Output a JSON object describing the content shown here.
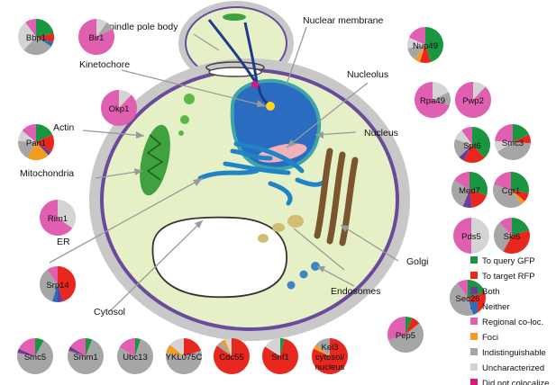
{
  "colors": {
    "to_query_gfp": "#1a9641",
    "to_target_rfp": "#e8281f",
    "both": "#6a3d9a",
    "neither": "#2c6db5",
    "regional": "#e05fb0",
    "foci": "#f39c1f",
    "indistinguishable": "#a6a6a6",
    "uncharacterized": "#d4d4d4",
    "did_not_colocalize": "#d6187f"
  },
  "structures": {
    "spindle_pole_body": "Spindle pole body",
    "nuclear_membrane": "Nuclear membrane",
    "kinetochore": "Kinetochore",
    "nucleolus": "Nucleolus",
    "actin": "Actin",
    "nucleus": "Nucleus",
    "mitochondria": "Mitochondria",
    "er": "ER",
    "golgi": "Golgi",
    "cytosol": "Cytosol",
    "endosomes": "Endosomes"
  },
  "legend": [
    {
      "label": "To query GFP",
      "color": "#1a9641"
    },
    {
      "label": "To target RFP",
      "color": "#e8281f"
    },
    {
      "label": "Both",
      "color": "#6a3d9a"
    },
    {
      "label": "Neither",
      "color": "#2c6db5"
    },
    {
      "label": "Regional co-loc.",
      "color": "#e05fb0"
    },
    {
      "label": "Foci",
      "color": "#f39c1f"
    },
    {
      "label": "Indistinguishable",
      "color": "#a6a6a6"
    },
    {
      "label": "Uncharacterized",
      "color": "#d4d4d4"
    },
    {
      "label": "Did not colocalize",
      "color": "#d6187f"
    }
  ],
  "pies": [
    {
      "label": "Bbp1",
      "slices": [
        {
          "cat": "to_query_gfp",
          "value": 22
        },
        {
          "cat": "to_target_rfp",
          "value": 8
        },
        {
          "cat": "neither",
          "value": 4
        },
        {
          "cat": "indistinguishable",
          "value": 28
        },
        {
          "cat": "uncharacterized",
          "value": 28
        },
        {
          "cat": "regional",
          "value": 10
        }
      ]
    },
    {
      "label": "Bir1",
      "slices": [
        {
          "cat": "uncharacterized",
          "value": 10
        },
        {
          "cat": "indistinguishable",
          "value": 8
        },
        {
          "cat": "regional",
          "value": 82
        }
      ]
    },
    {
      "label": "Okp1",
      "slices": [
        {
          "cat": "uncharacterized",
          "value": 12
        },
        {
          "cat": "regional",
          "value": 88
        }
      ]
    },
    {
      "label": "Nup49",
      "slices": [
        {
          "cat": "to_query_gfp",
          "value": 45
        },
        {
          "cat": "to_target_rfp",
          "value": 10
        },
        {
          "cat": "foci",
          "value": 5
        },
        {
          "cat": "indistinguishable",
          "value": 12
        },
        {
          "cat": "uncharacterized",
          "value": 10
        },
        {
          "cat": "regional",
          "value": 18
        }
      ]
    },
    {
      "label": "Rpa49",
      "slices": [
        {
          "cat": "uncharacterized",
          "value": 18
        },
        {
          "cat": "indistinguishable",
          "value": 12
        },
        {
          "cat": "regional",
          "value": 70
        }
      ]
    },
    {
      "label": "Pwp2",
      "slices": [
        {
          "cat": "uncharacterized",
          "value": 12
        },
        {
          "cat": "regional",
          "value": 88
        }
      ]
    },
    {
      "label": "Pan1",
      "slices": [
        {
          "cat": "to_query_gfp",
          "value": 18
        },
        {
          "cat": "to_target_rfp",
          "value": 16
        },
        {
          "cat": "both",
          "value": 4
        },
        {
          "cat": "foci",
          "value": 20
        },
        {
          "cat": "indistinguishable",
          "value": 18
        },
        {
          "cat": "uncharacterized",
          "value": 10
        },
        {
          "cat": "regional",
          "value": 14
        }
      ]
    },
    {
      "label": "Spt6",
      "slices": [
        {
          "cat": "to_query_gfp",
          "value": 38
        },
        {
          "cat": "to_target_rfp",
          "value": 20
        },
        {
          "cat": "both",
          "value": 5
        },
        {
          "cat": "indistinguishable",
          "value": 17
        },
        {
          "cat": "uncharacterized",
          "value": 10
        },
        {
          "cat": "regional",
          "value": 10
        }
      ]
    },
    {
      "label": "Smc3",
      "slices": [
        {
          "cat": "to_query_gfp",
          "value": 18
        },
        {
          "cat": "to_target_rfp",
          "value": 8
        },
        {
          "cat": "indistinguishable",
          "value": 40
        },
        {
          "cat": "uncharacterized",
          "value": 10
        },
        {
          "cat": "regional",
          "value": 24
        }
      ]
    },
    {
      "label": "Med7",
      "slices": [
        {
          "cat": "to_query_gfp",
          "value": 30
        },
        {
          "cat": "to_target_rfp",
          "value": 18
        },
        {
          "cat": "both",
          "value": 8
        },
        {
          "cat": "indistinguishable",
          "value": 28
        },
        {
          "cat": "regional",
          "value": 16
        }
      ]
    },
    {
      "label": "Cgr1",
      "slices": [
        {
          "cat": "to_query_gfp",
          "value": 28
        },
        {
          "cat": "to_target_rfp",
          "value": 8
        },
        {
          "cat": "foci",
          "value": 4
        },
        {
          "cat": "indistinguishable",
          "value": 40
        },
        {
          "cat": "regional",
          "value": 20
        }
      ]
    },
    {
      "label": "Rim1",
      "slices": [
        {
          "cat": "uncharacterized",
          "value": 35
        },
        {
          "cat": "regional",
          "value": 65
        }
      ]
    },
    {
      "label": "Pds5",
      "slices": [
        {
          "cat": "uncharacterized",
          "value": 50
        },
        {
          "cat": "regional",
          "value": 50
        }
      ]
    },
    {
      "label": "Ski6",
      "slices": [
        {
          "cat": "to_query_gfp",
          "value": 20
        },
        {
          "cat": "to_target_rfp",
          "value": 38
        },
        {
          "cat": "indistinguishable",
          "value": 30
        },
        {
          "cat": "regional",
          "value": 12
        }
      ]
    },
    {
      "label": "Srp14",
      "slices": [
        {
          "cat": "to_target_rfp",
          "value": 45
        },
        {
          "cat": "both",
          "value": 5
        },
        {
          "cat": "neither",
          "value": 5
        },
        {
          "cat": "indistinguishable",
          "value": 35
        },
        {
          "cat": "regional",
          "value": 10
        }
      ]
    },
    {
      "label": "Sec26",
      "slices": [
        {
          "cat": "to_query_gfp",
          "value": 20
        },
        {
          "cat": "to_target_rfp",
          "value": 20
        },
        {
          "cat": "neither",
          "value": 5
        },
        {
          "cat": "indistinguishable",
          "value": 45
        },
        {
          "cat": "regional",
          "value": 10
        }
      ]
    },
    {
      "label": "Pep5",
      "slices": [
        {
          "cat": "to_query_gfp",
          "value": 6
        },
        {
          "cat": "to_target_rfp",
          "value": 8
        },
        {
          "cat": "indistinguishable",
          "value": 56
        },
        {
          "cat": "regional",
          "value": 30
        }
      ]
    },
    {
      "label": "Smc5",
      "slices": [
        {
          "cat": "to_query_gfp",
          "value": 8
        },
        {
          "cat": "indistinguishable",
          "value": 70
        },
        {
          "cat": "both",
          "value": 4
        },
        {
          "cat": "regional",
          "value": 18
        }
      ]
    },
    {
      "label": "Smm1",
      "slices": [
        {
          "cat": "to_query_gfp",
          "value": 6
        },
        {
          "cat": "indistinguishable",
          "value": 74
        },
        {
          "cat": "both",
          "value": 4
        },
        {
          "cat": "regional",
          "value": 16
        }
      ]
    },
    {
      "label": "Ubc13",
      "slices": [
        {
          "cat": "to_query_gfp",
          "value": 5
        },
        {
          "cat": "indistinguishable",
          "value": 78
        },
        {
          "cat": "regional",
          "value": 17
        }
      ]
    },
    {
      "label": "YKL075C",
      "slices": [
        {
          "cat": "to_target_rfp",
          "value": 20
        },
        {
          "cat": "indistinguishable",
          "value": 58
        },
        {
          "cat": "foci",
          "value": 8
        },
        {
          "cat": "uncharacterized",
          "value": 14
        }
      ]
    },
    {
      "label": "Cdc55",
      "slices": [
        {
          "cat": "to_target_rfp",
          "value": 85
        },
        {
          "cat": "indistinguishable",
          "value": 5
        },
        {
          "cat": "foci",
          "value": 4
        },
        {
          "cat": "uncharacterized",
          "value": 6
        }
      ]
    },
    {
      "label": "Snf1",
      "slices": [
        {
          "cat": "to_query_gfp",
          "value": 4
        },
        {
          "cat": "to_target_rfp",
          "value": 80
        },
        {
          "cat": "uncharacterized",
          "value": 16
        }
      ]
    },
    {
      "label": "Kel3 cytosol/ nucleus",
      "lines": [
        "Kel3",
        "cytosol/",
        "nucleus"
      ],
      "slices": [
        {
          "cat": "to_target_rfp",
          "value": 82
        },
        {
          "cat": "foci",
          "value": 4
        },
        {
          "cat": "indistinguishable",
          "value": 14
        }
      ]
    }
  ]
}
